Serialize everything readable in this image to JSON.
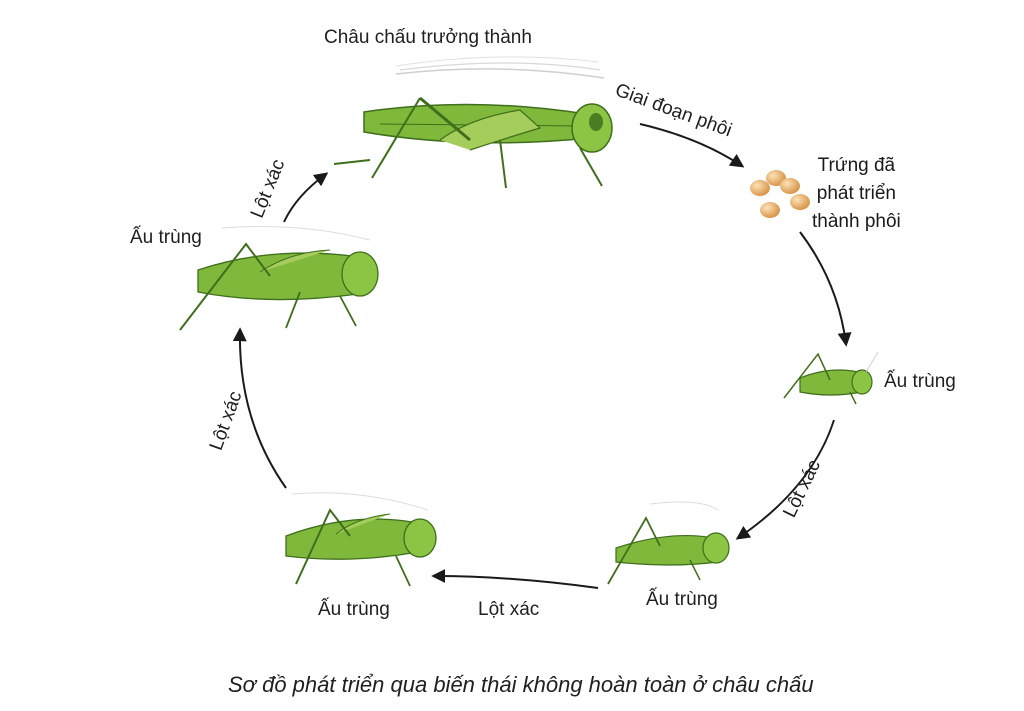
{
  "diagram": {
    "adult_label": "Châu chấu trưởng thành",
    "embryo_stage_label": "Giai đoạn phôi",
    "eggs_label_lines": [
      "Trứng đã",
      "phát triển",
      "thành phôi"
    ],
    "nymph_label": "Ấu trùng",
    "molt_label": "Lột xác",
    "caption": "Sơ đồ phát triển qua biến thái không hoàn toàn ở  châu chấu"
  },
  "colors": {
    "grasshopper_body": "#7fb83a",
    "grasshopper_dark": "#3f6e1c",
    "egg": "#e8b06a",
    "arrow": "#1a1a1a"
  }
}
